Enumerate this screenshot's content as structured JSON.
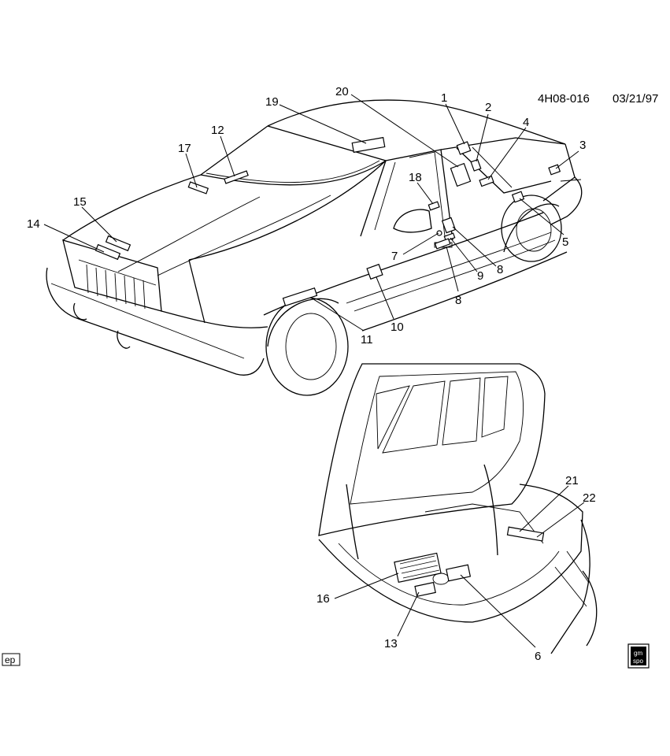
{
  "header": {
    "drawing_code": "4H08-016",
    "date": "03/21/97"
  },
  "callouts": [
    "1",
    "2",
    "3",
    "4",
    "5",
    "6",
    "7",
    "8",
    "8",
    "9",
    "10",
    "11",
    "12",
    "13",
    "14",
    "15",
    "16",
    "17",
    "18",
    "19",
    "20",
    "21",
    "22"
  ],
  "footer": {
    "badge": "ep",
    "logo_line1": "gm",
    "logo_line2": "spo"
  }
}
